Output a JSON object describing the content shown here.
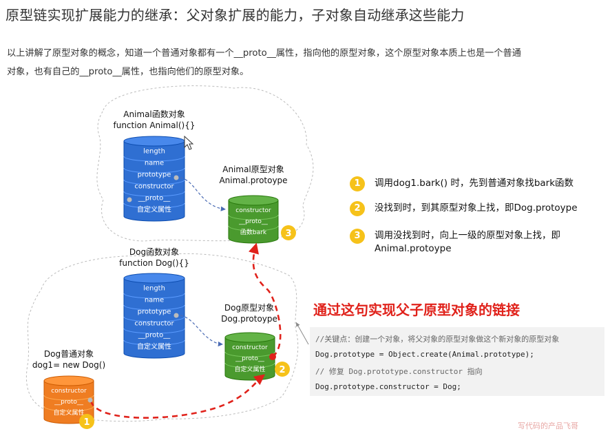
{
  "title": "原型链实现扩展能力的继承：父对象扩展的能力，子对象自动继承这些能力",
  "intro": {
    "line1": "以上讲解了原型对象的概念，知道一个普通对象都有一个__proto__属性，指向他的原型对象，这个原型对象本质上也是一个普通",
    "line2": "对象，也有自己的__proto__属性，也指向他们的原型对象。"
  },
  "diagram": {
    "animal_fn": {
      "title1": "Animal函数对象",
      "title2": "function Animal(){}",
      "fields": [
        "length",
        "name",
        "prototype",
        "constructor",
        "__proto__",
        "自定义属性"
      ]
    },
    "animal_proto": {
      "title1": "Animal原型对象",
      "title2": "Animal.protoype",
      "fields": [
        "constructor",
        "__proto__",
        "函数bark"
      ],
      "badge": "3"
    },
    "dog_fn": {
      "title1": "Dog函数对象",
      "title2": "function Dog(){}",
      "fields": [
        "length",
        "name",
        "prototype",
        "constructor",
        "__proto__",
        "自定义属性"
      ]
    },
    "dog_proto": {
      "title1": "Dog原型对象",
      "title2": "Dog.protoype",
      "fields": [
        "constructor",
        "__proto__",
        "自定义属性"
      ],
      "badge": "2"
    },
    "dog1": {
      "title1": "Dog普通对象",
      "title2": "dog1= new Dog()",
      "fields": [
        "constructor",
        "__proto__",
        "自定义属性"
      ],
      "badge": "1"
    }
  },
  "steps": [
    {
      "num": "1",
      "text": "调用dog1.bark() 时，先到普通对象找bark函数"
    },
    {
      "num": "2",
      "text": "没找到时，到其原型对象上找，即Dog.protoype"
    },
    {
      "num": "3",
      "text": "调用没找到时，向上一级的原型对象上找，即 Animal.protoype"
    }
  ],
  "headline": "通过这句实现父子原型对象的链接",
  "code": {
    "line1": "//关键点：创建一个对象，将父对象的原型对象做这个新对象的原型对象",
    "line2": "Dog.prototype = Object.create(Animal.prototype);",
    "line3": "// 修复 Dog.prototype.constructor 指向",
    "line4": "Dog.prototype.constructor = Dog;"
  },
  "watermark": "写代码的产品飞哥",
  "colors": {
    "blue": "#2f6fd2",
    "green": "#4a9a2e",
    "orange": "#ef7d22",
    "red": "#e0221b",
    "badge": "#f6c21a"
  }
}
